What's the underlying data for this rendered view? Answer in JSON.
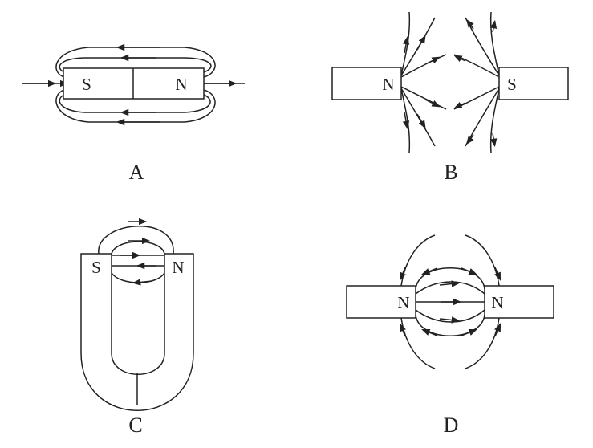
{
  "panels": [
    {
      "caption": "A",
      "poles": [
        "S",
        "N"
      ]
    },
    {
      "caption": "B",
      "poles": [
        "N",
        "S"
      ]
    },
    {
      "caption": "C",
      "poles": [
        "S",
        "N"
      ]
    },
    {
      "caption": "D",
      "poles": [
        "N",
        "N"
      ]
    }
  ]
}
